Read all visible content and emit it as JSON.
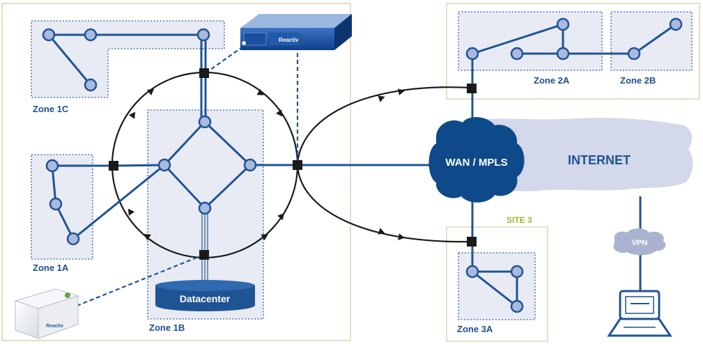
{
  "zones": {
    "zone_1a": "Zone 1A",
    "zone_1b": "Zone 1B",
    "zone_1c": "Zone 1C",
    "zone_2a": "Zone 2A",
    "zone_2b": "Zone 2B",
    "zone_3a": "Zone 3A"
  },
  "site_3": "SITE 3",
  "datacenter": "Datacenter",
  "wan": "WAN / MPLS",
  "internet": "INTERNET",
  "vpn": "VPN",
  "appliance_brand": "Reactiv",
  "colors": {
    "link": "#1f5494",
    "node_fill": "#a9b9df",
    "zone_fill": "#e8eaf4",
    "site_border": "#e3e0c2",
    "site3_label": "#a6b335",
    "internet_cloud": "#d3d8ea",
    "wan_cloud": "#0e4a8a"
  }
}
